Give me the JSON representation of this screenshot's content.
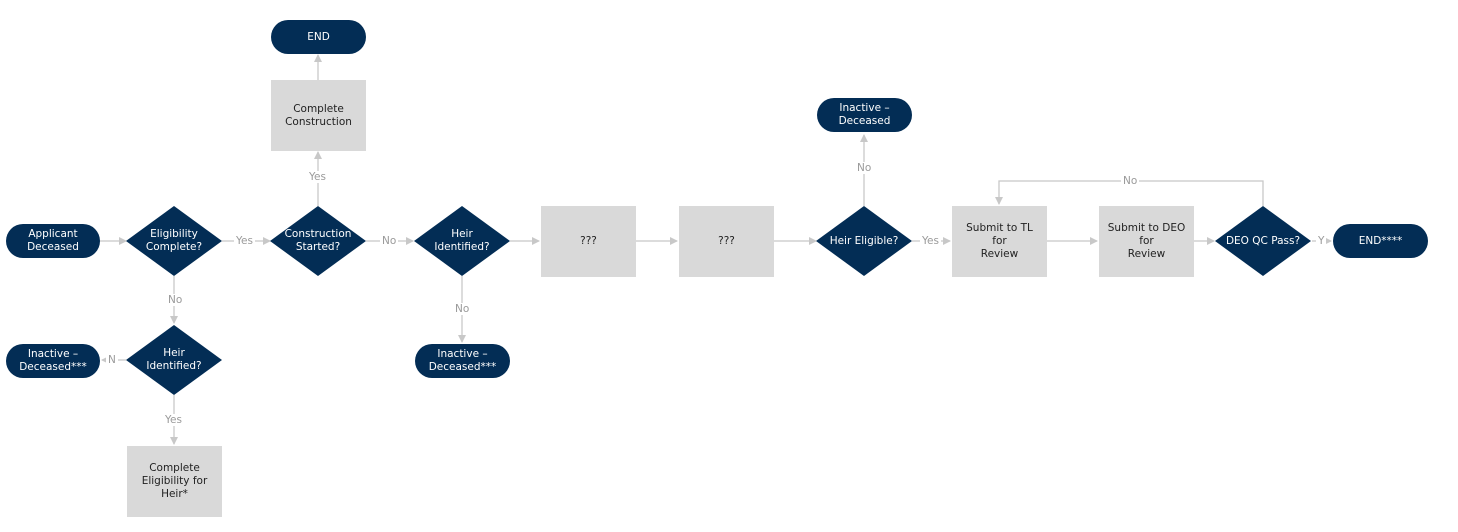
{
  "colors": {
    "terminal": "#032d55",
    "process": "#d9d9d9",
    "connector": "#c8c8c8",
    "edge_label": "#9a9a9a"
  },
  "nodes": {
    "applicant_deceased": "Applicant\nDeceased",
    "eligibility_complete": "Eligibility\nComplete?",
    "construction_started": "Construction\nStarted?",
    "complete_construction": "Complete\nConstruction",
    "end_top": "END",
    "heir_identified_1": "Heir Identified?",
    "inactive_deceased_1": "Inactive –\nDeceased***",
    "complete_eligibility_heir": "Complete\nEligibility for Heir*",
    "heir_identified_2": "Heir Identified?",
    "inactive_deceased_2": "Inactive –\nDeceased***",
    "unknown_1": "???",
    "unknown_2": "???",
    "heir_eligible": "Heir Eligible?",
    "inactive_deceased_3": "Inactive –\nDeceased",
    "submit_tl": "Submit to TL for\nReview",
    "submit_deo": "Submit to DEO for\nReview",
    "deo_qc_pass": "DEO QC Pass?",
    "end_final": "END****"
  },
  "edge_labels": {
    "elig_yes": "Yes",
    "elig_no": "No",
    "construction_yes": "Yes",
    "construction_no": "No",
    "heir1_no": "N",
    "heir1_yes": "Yes",
    "heir2_no": "No",
    "heir_eligible_no": "No",
    "heir_eligible_yes": "Yes",
    "qc_no": "No",
    "qc_yes": "Y"
  }
}
